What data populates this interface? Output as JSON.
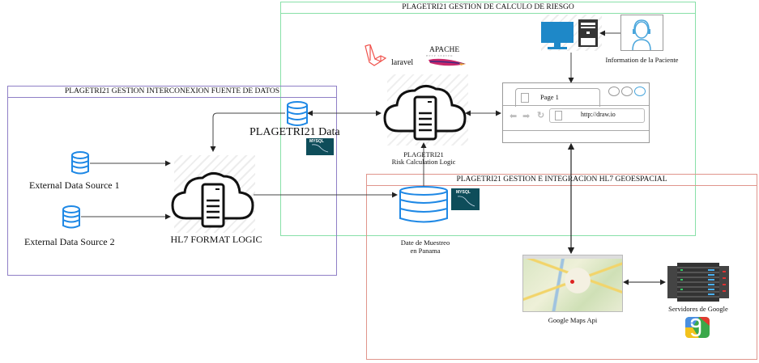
{
  "groups": {
    "calculo": {
      "title": "PLAGETRI21 GESTION DE CALCULO DE RIESGO",
      "color": "#88e0a8"
    },
    "interconexion": {
      "title": "PLAGETRI21 GESTION INTERCONEXION FUENTE DE DATOS",
      "color": "#8f7fc6"
    },
    "geoespacial": {
      "title": "PLAGETRI21 GESTION E INTEGRACION HL7 GEOESPACIAL",
      "color": "#e0958c"
    }
  },
  "nodes": {
    "plagetri_data": {
      "label": "PLAGETRI21 Data",
      "badge": "MYSQL"
    },
    "ext1": {
      "label": "External Data Source 1"
    },
    "ext2": {
      "label": "External Data Source 2"
    },
    "hl7_logic": {
      "label": "HL7 FORMAT LOGIC"
    },
    "risk_logic": {
      "line1": "PLAGETRI21",
      "line2": "Risk Calculation Logic"
    },
    "laravel": {
      "label": "laravel"
    },
    "apache": {
      "label": "APACHE",
      "sub": "HTTP SERVER"
    },
    "paciente": {
      "label": "Information de la Paciente"
    },
    "browser": {
      "tab": "Page 1",
      "url": "http://draw.io"
    },
    "muestreo": {
      "line1": "Date de Muestreo",
      "line2": "en Panama",
      "badge": "MYSQL"
    },
    "maps": {
      "label": "Google Maps Api"
    },
    "google_servers": {
      "label": "Servidores de Google"
    }
  },
  "colors": {
    "db_blue": "#1e88e5",
    "monitor_blue": "#1e88c8",
    "mysql_bg": "#0e4d5a",
    "laravel_red": "#f0524c"
  }
}
